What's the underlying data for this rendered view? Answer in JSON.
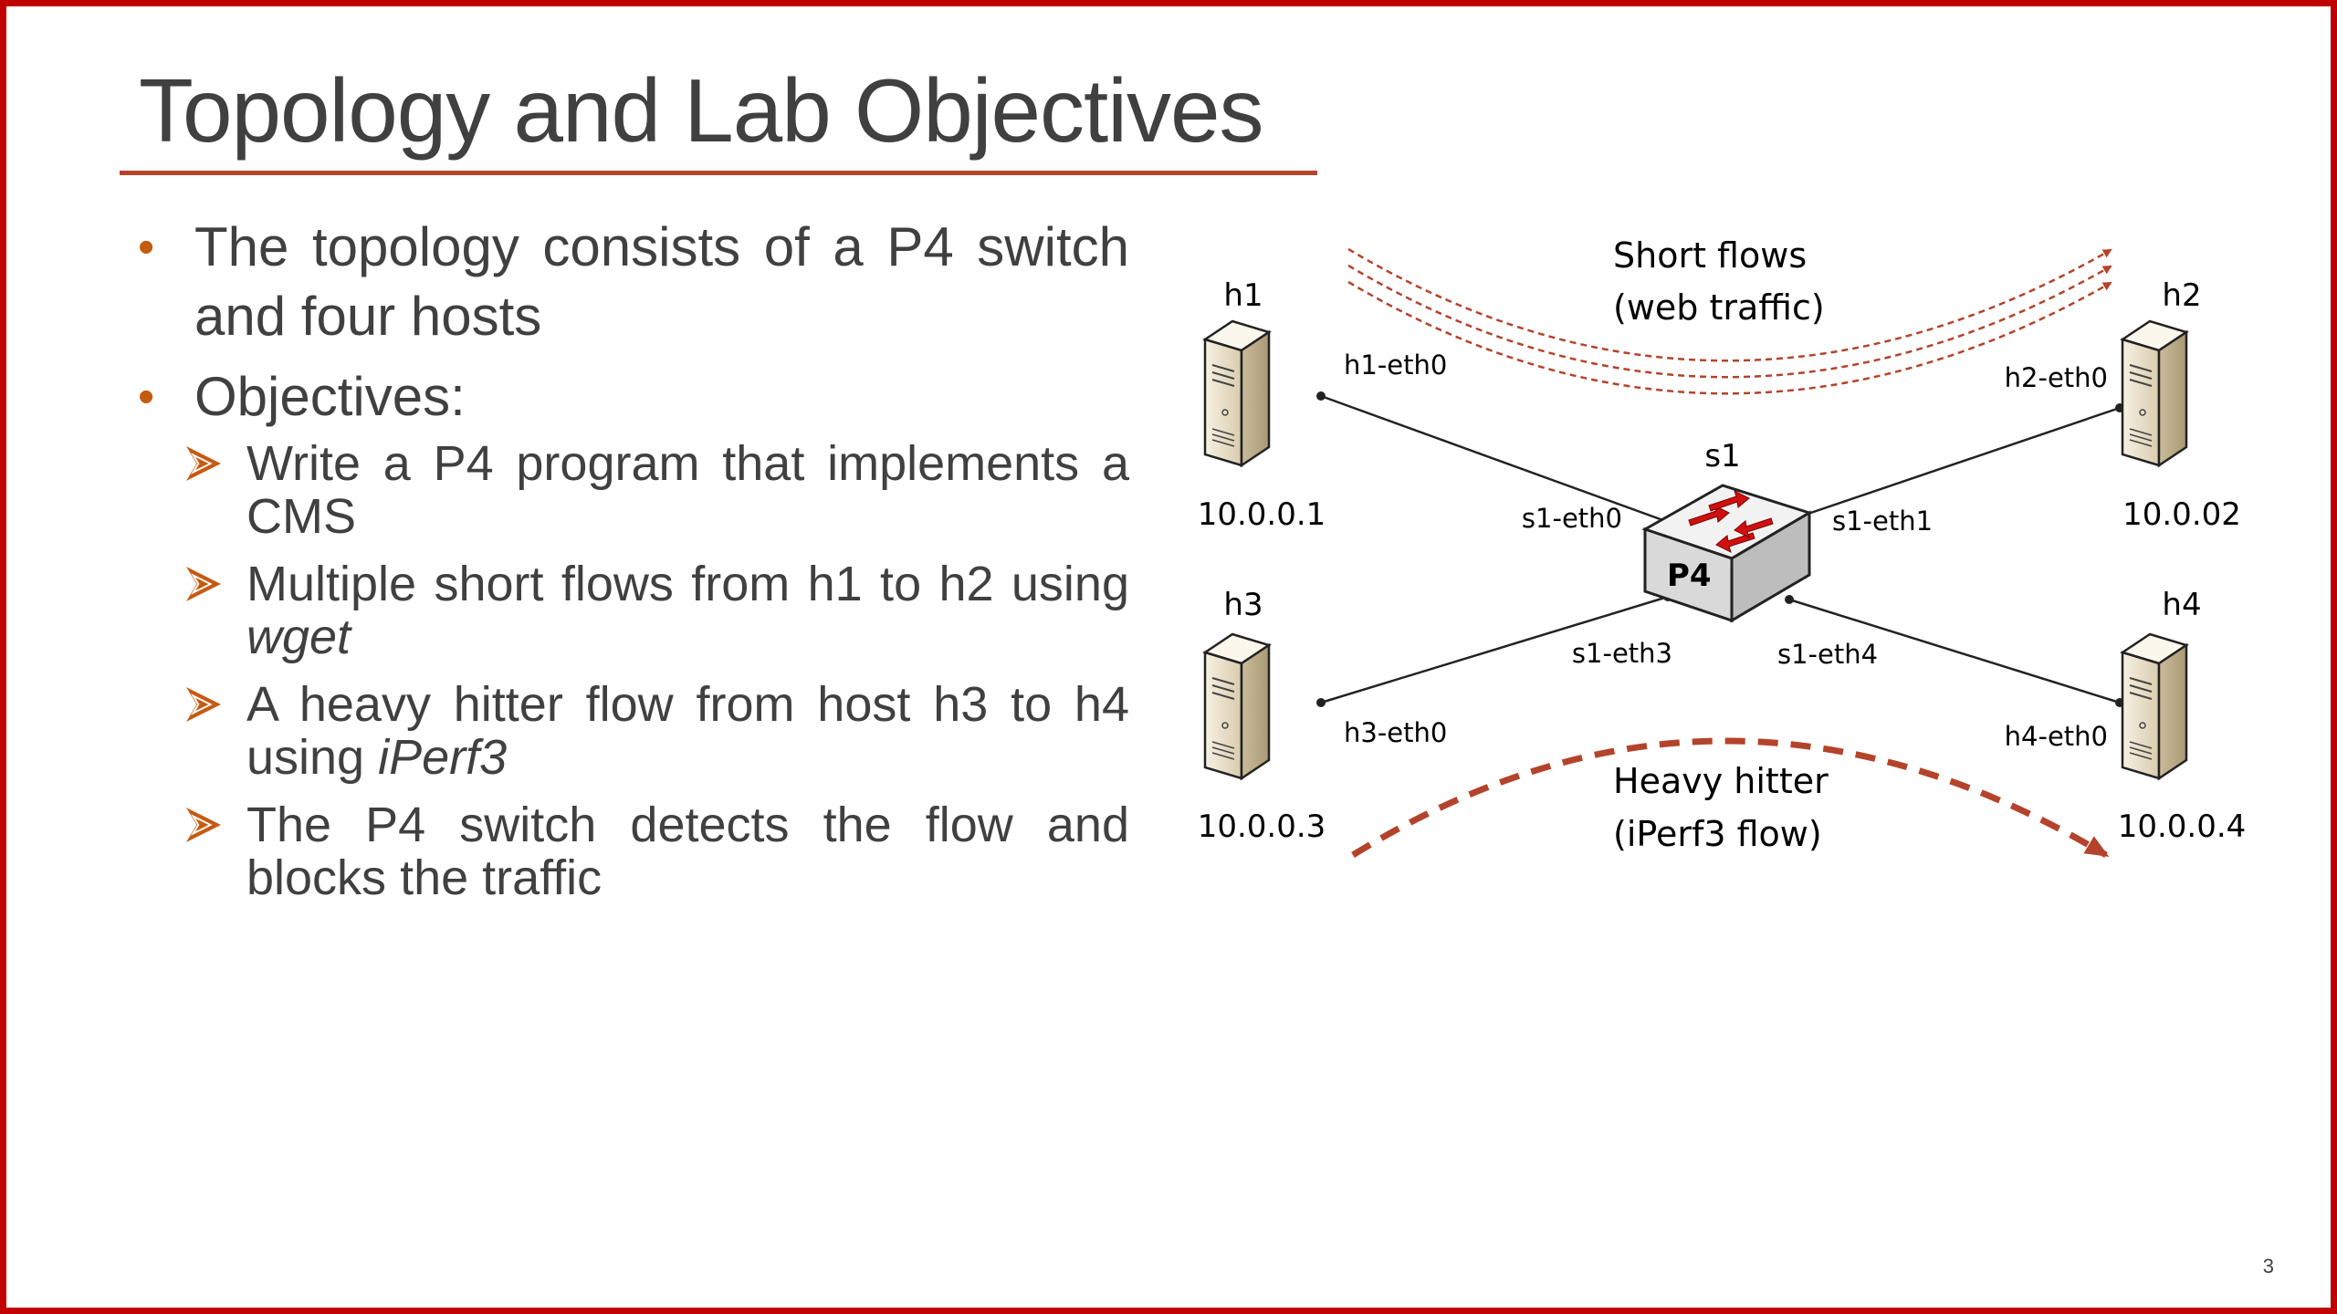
{
  "slide": {
    "title": "Topology and Lab Objectives",
    "page_number": "3"
  },
  "bullets": [
    {
      "text": "The topology consists of a P4 switch and four hosts"
    },
    {
      "text": "Objectives:"
    }
  ],
  "objectives": [
    {
      "text": "Write a P4 program that implements a CMS"
    },
    {
      "prefix": "Multiple short flows from h1 to h2 using ",
      "italic": "wget"
    },
    {
      "prefix": "A heavy hitter flow from host h3 to h4 using ",
      "italic": "iPerf3"
    },
    {
      "text": "The P4 switch detects the flow and blocks the traffic"
    }
  ],
  "diagram": {
    "switch": {
      "name": "s1",
      "logo": "P4"
    },
    "hosts": [
      {
        "name": "h1",
        "ip": "10.0.0.1",
        "iface": "h1-eth0"
      },
      {
        "name": "h2",
        "ip": "10.0.02",
        "iface": "h2-eth0"
      },
      {
        "name": "h3",
        "ip": "10.0.0.3",
        "iface": "h3-eth0"
      },
      {
        "name": "h4",
        "ip": "10.0.0.4",
        "iface": "h4-eth0"
      }
    ],
    "switch_ports": [
      "s1-eth0",
      "s1-eth1",
      "s1-eth3",
      "s1-eth4"
    ],
    "short_flows_label": [
      "Short flows",
      "(web traffic)"
    ],
    "heavy_hitter_label": [
      "Heavy hitter",
      "(iPerf3 flow)"
    ],
    "colors": {
      "flow": "#b4432b",
      "server_light": "#f3ecdc",
      "server_dark": "#cbbd9c",
      "switch_body": "#e4e4e4",
      "switch_arrows": "#d01010"
    },
    "icons": [
      "server-icon",
      "switch-icon"
    ]
  }
}
